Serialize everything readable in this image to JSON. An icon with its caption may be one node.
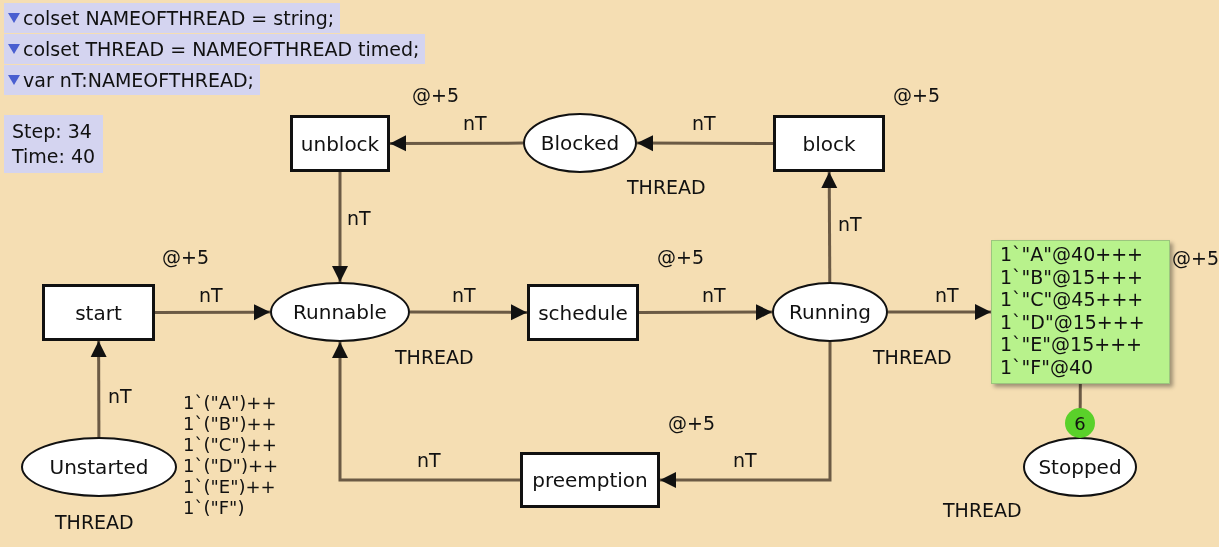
{
  "diagram": {
    "nodes": [
      {
        "text": [
          "unblock"
        ],
        "beside": [
          "@+5"
        ]
      },
      {
        "text": [
          "Blocked"
        ],
        "beside": [
          "THREAD"
        ]
      },
      {
        "text": [
          "block"
        ],
        "beside": [
          "@+5"
        ]
      },
      {
        "text": [
          "start"
        ],
        "beside": [
          "@+5"
        ]
      },
      {
        "text": [
          "Runnable"
        ],
        "beside": [
          "THREAD"
        ]
      },
      {
        "text": [
          "schedule"
        ],
        "beside": [
          "@+5"
        ]
      },
      {
        "text": [
          "Running"
        ],
        "beside": [
          "THREAD"
        ]
      },
      {
        "text": [
          "1`\"A\"@40+++ 1`\"B\"@15+++ 1`\"C\"@45+++ 1`\"D\"@15+++ 1`\"E\"@15+++ 1`\"F\"@40"
        ]
      },
      {
        "text": [
          "Unstarted"
        ],
        "beside": [
          "THREAD",
          "1`(\"A\")++ 1`(\"B\")++ 1`(\"C\")++ 1`(\"D\")++ 1`(\"E\")++ 1`(\"F\")"
        ]
      },
      {
        "text": [
          "preemption"
        ],
        "beside": [
          "@+5"
        ]
      },
      {
        "text": [
          "Stopped"
        ],
        "beside": [
          "6",
          "THREAD"
        ]
      }
    ],
    "edges": [
      {
        "from": 2,
        "to": 1,
        "arrow": "to",
        "label": "nT"
      },
      {
        "from": 1,
        "to": 0,
        "arrow": "to",
        "label": "nT"
      },
      {
        "from": 0,
        "to": 4,
        "arrow": "to",
        "label": "nT"
      },
      {
        "from": 3,
        "to": 4,
        "arrow": "to",
        "label": "nT"
      },
      {
        "from": 8,
        "to": 3,
        "arrow": "to",
        "label": "nT"
      },
      {
        "from": 4,
        "to": 5,
        "arrow": "to",
        "label": "nT"
      },
      {
        "from": 5,
        "to": 6,
        "arrow": "to",
        "label": "nT"
      },
      {
        "from": 6,
        "to": 2,
        "arrow": "to",
        "label": "nT"
      },
      {
        "from": 6,
        "to": 7,
        "arrow": "to",
        "label": "nT"
      },
      {
        "from": 6,
        "to": 9,
        "arrow": "to",
        "label": "nT"
      },
      {
        "from": 9,
        "to": 4,
        "arrow": "to",
        "label": "nT"
      },
      {
        "from": 7,
        "to": 10,
        "arrow": "none"
      }
    ],
    "labels": [
      "colset NAMEOFTHREAD = string;",
      "colset THREAD = NAMEOFTHREAD timed;",
      "var nT:NAMEOFTHREAD;",
      "Step: 34",
      "Time: 40",
      "@+5"
    ]
  }
}
